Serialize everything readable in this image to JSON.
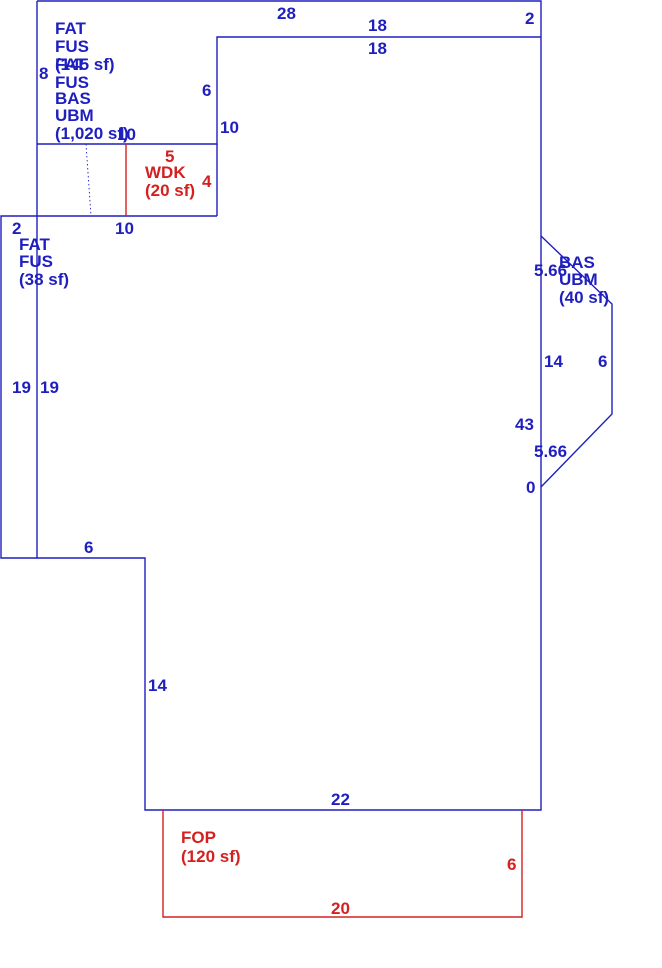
{
  "colors": {
    "main": "#1f1fbf",
    "deck": "#d42020"
  },
  "areas": {
    "upper_fat": {
      "line1": "FAT",
      "line2": "FUS",
      "line3": "(145 sf)"
    },
    "main": {
      "line1": "FAT",
      "line2": "FUS",
      "line3": "BAS",
      "line4": "UBM",
      "line5": "(1,020 sf)"
    },
    "wdk": {
      "line1": "WDK",
      "line2": "(20 sf)"
    },
    "left_fat": {
      "line1": "FAT",
      "line2": "FUS",
      "line3": "(38 sf)"
    },
    "bay": {
      "line1": "BAS",
      "line2": "UBM",
      "line3": "(40 sf)"
    },
    "fop": {
      "line1": "FOP",
      "line2": "(120 sf)"
    }
  },
  "dims": {
    "top_28": "28",
    "top_18_a": "18",
    "top_18_b": "18",
    "top_2": "2",
    "left_8": "8",
    "inner_6": "6",
    "inner_10_a": "10",
    "inner_10_b": "10",
    "inner_10_c": "10",
    "wdk_5": "5",
    "wdk_4": "4",
    "left_2": "2",
    "left_19_a": "19",
    "left_19_b": "19",
    "bay_566_a": "5.66",
    "bay_14": "14",
    "bay_6": "6",
    "right_43": "43",
    "bay_566_b": "5.66",
    "right_0": "0",
    "step_6": "6",
    "step_14": "14",
    "bottom_22": "22",
    "fop_6": "6",
    "fop_20": "20"
  }
}
